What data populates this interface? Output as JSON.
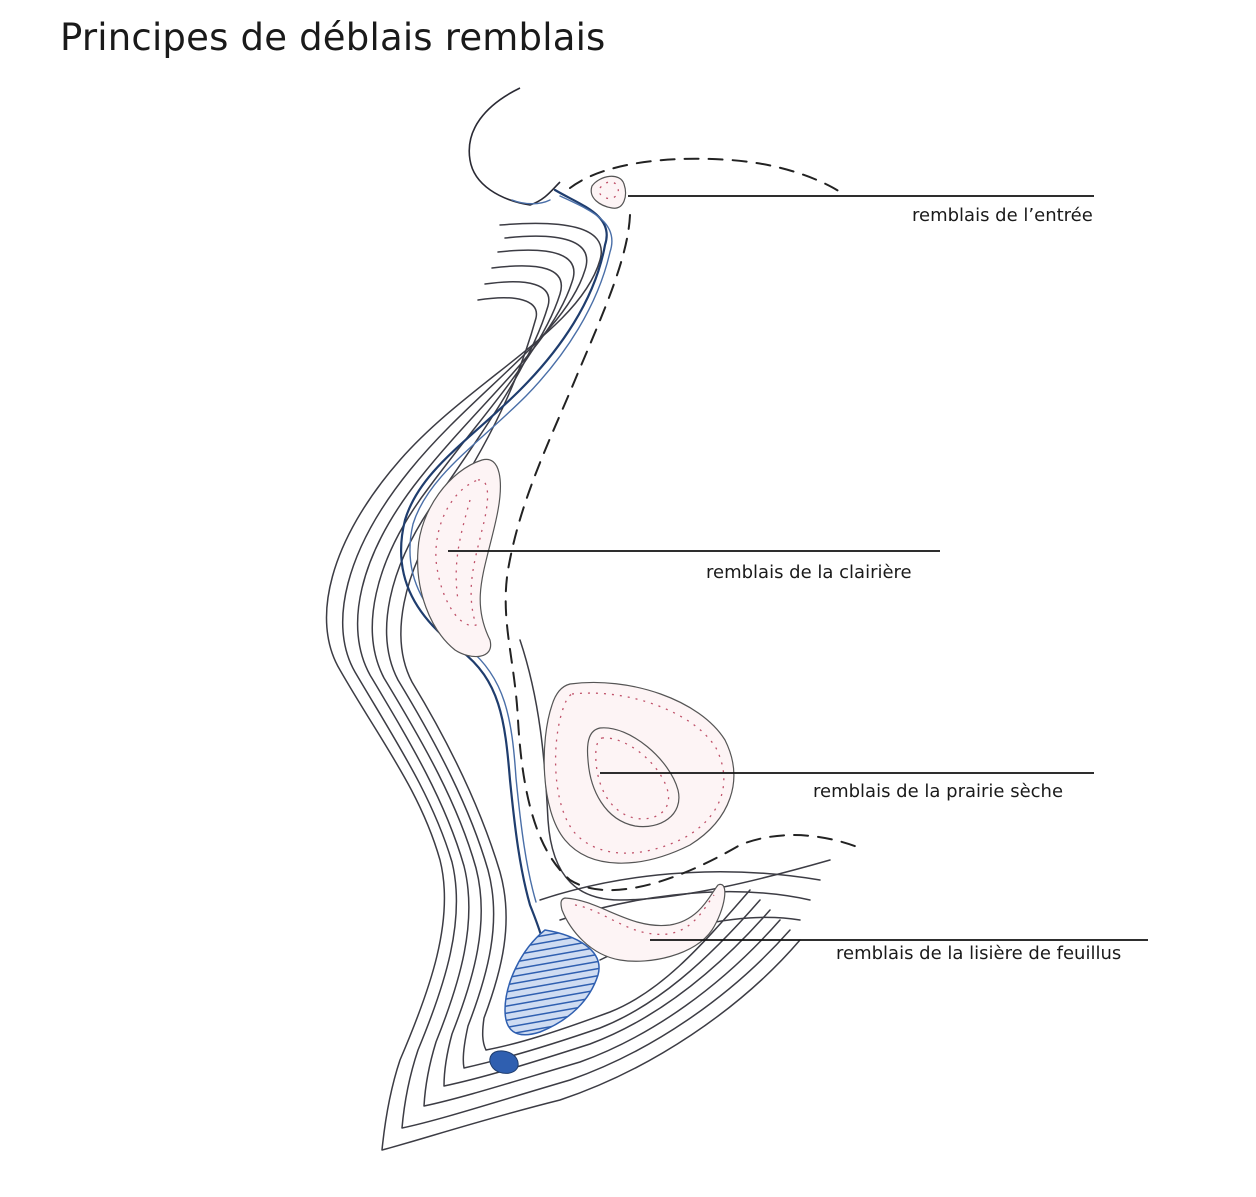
{
  "title": "Principes de déblais remblais",
  "labels": {
    "entree": "remblais de l’entrée",
    "clairiere": "remblais de la clairière",
    "prairie": "remblais de la prairie sèche",
    "lisiere": "remblais de la lisière de feuillus"
  },
  "colors": {
    "ink": "#3c3c44",
    "stream": "#1f3d6e",
    "water": "#2f5fb0",
    "fill_dots": "#c0526a"
  }
}
